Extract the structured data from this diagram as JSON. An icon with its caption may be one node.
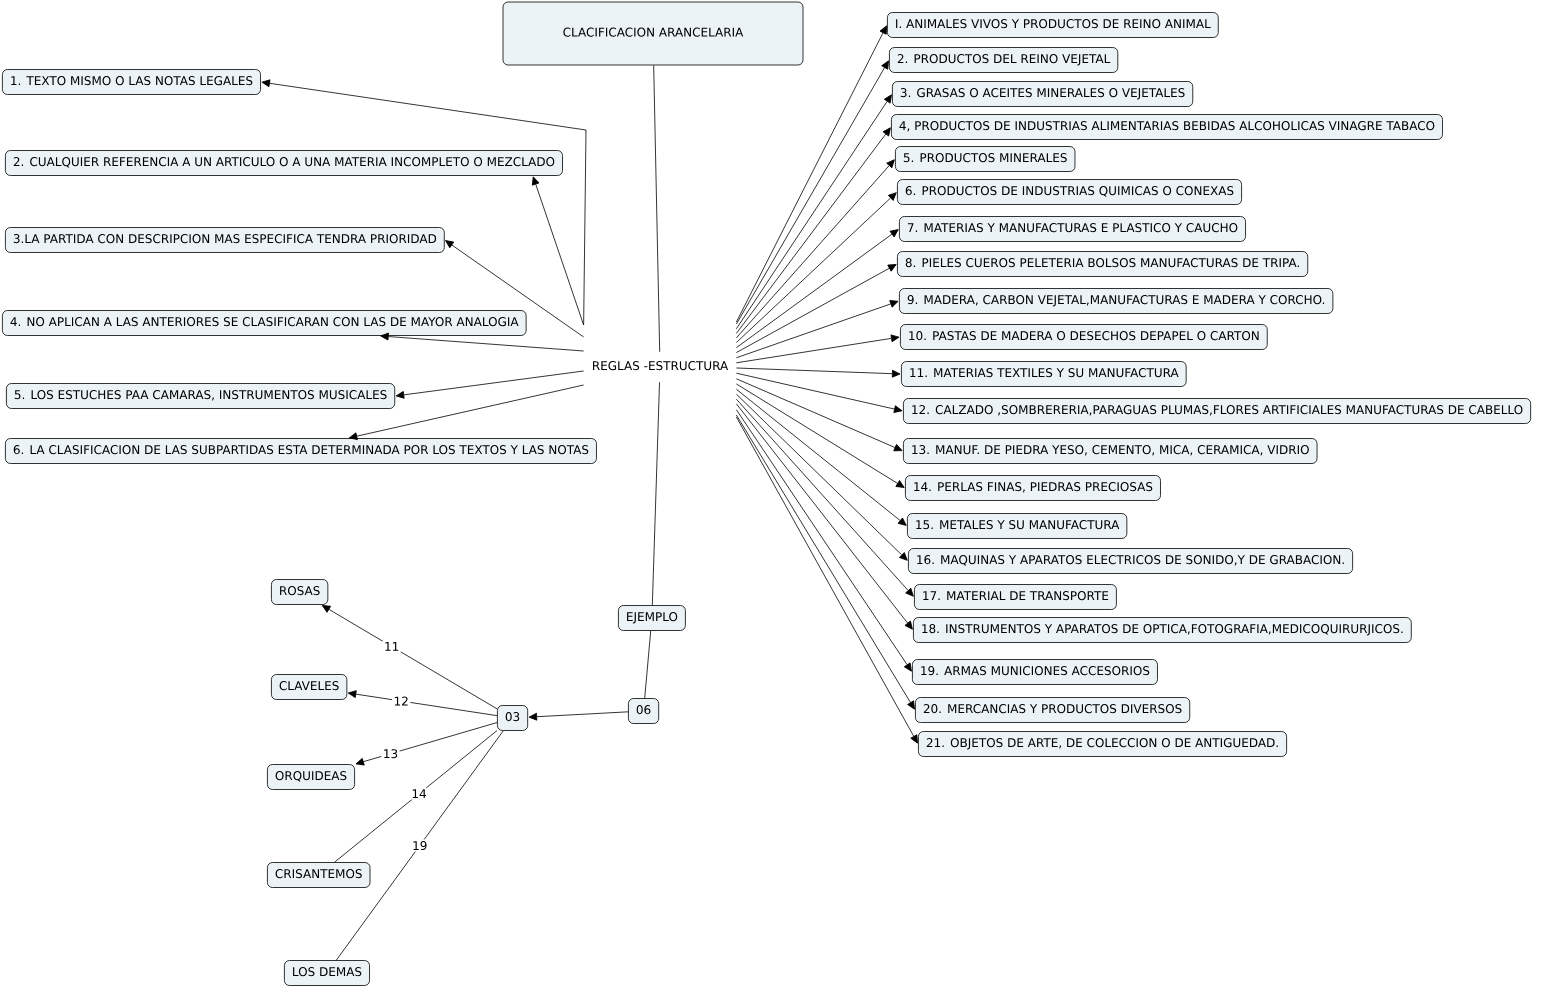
{
  "diagram": {
    "nodes": [
      {
        "text": [
          "CLACIFICACION ARANCELARIA"
        ]
      },
      {
        "text": [
          "REGLAS -ESTRUCTURA"
        ]
      },
      {
        "text": [
          "1. TEXTO MISMO O LAS NOTAS LEGALES"
        ]
      },
      {
        "text": [
          "2. CUALQUIER REFERENCIA A UN ARTICULO O A UNA MATERIA INCOMPLETO O MEZCLADO"
        ]
      },
      {
        "text": [
          "3.LA PARTIDA CON DESCRIPCION MAS ESPECIFICA TENDRA PRIORIDAD"
        ]
      },
      {
        "text": [
          "4. NO APLICAN A LAS ANTERIORES SE CLASIFICARAN CON LAS DE MAYOR ANALOGIA"
        ]
      },
      {
        "text": [
          "5. LOS ESTUCHES PAA CAMARAS, INSTRUMENTOS MUSICALES"
        ]
      },
      {
        "text": [
          "6. LA CLASIFICACION DE LAS SUBPARTIDAS ESTA DETERMINADA POR LOS TEXTOS Y LAS NOTAS"
        ]
      },
      {
        "text": [
          "I. ANIMALES VIVOS Y PRODUCTOS DE REINO ANIMAL"
        ]
      },
      {
        "text": [
          "2. PRODUCTOS DEL REINO VEJETAL"
        ]
      },
      {
        "text": [
          "3. GRASAS O ACEITES MINERALES O VEJETALES"
        ]
      },
      {
        "text": [
          "4, PRODUCTOS DE INDUSTRIAS ALIMENTARIAS BEBIDAS ALCOHOLICAS VINAGRE TABACO"
        ]
      },
      {
        "text": [
          "5. PRODUCTOS MINERALES"
        ]
      },
      {
        "text": [
          "6. PRODUCTOS DE INDUSTRIAS QUIMICAS O CONEXAS"
        ]
      },
      {
        "text": [
          "7. MATERIAS Y MANUFACTURAS E PLASTICO Y CAUCHO"
        ]
      },
      {
        "text": [
          "8. PIELES CUEROS PELETERIA BOLSOS MANUFACTURAS DE TRIPA."
        ]
      },
      {
        "text": [
          "9. MADERA, CARBON VEJETAL,MANUFACTURAS E MADERA Y CORCHO."
        ]
      },
      {
        "text": [
          "10. PASTAS DE MADERA O DESECHOS DEPAPEL O CARTON"
        ]
      },
      {
        "text": [
          "11. MATERIAS TEXTILES Y SU MANUFACTURA"
        ]
      },
      {
        "text": [
          "12. CALZADO ,SOMBRERERIA,PARAGUAS PLUMAS,FLORES ARTIFICIALES MANUFACTURAS DE CABELLO"
        ]
      },
      {
        "text": [
          "13. MANUF. DE PIEDRA YESO, CEMENTO, MICA, CERAMICA, VIDRIO"
        ]
      },
      {
        "text": [
          "14. PERLAS FINAS, PIEDRAS PRECIOSAS"
        ]
      },
      {
        "text": [
          "15. METALES Y SU MANUFACTURA"
        ]
      },
      {
        "text": [
          "16. MAQUINAS Y APARATOS ELECTRICOS DE SONIDO,Y DE GRABACION."
        ]
      },
      {
        "text": [
          "17. MATERIAL DE TRANSPORTE"
        ]
      },
      {
        "text": [
          "18. INSTRUMENTOS Y APARATOS DE OPTICA,FOTOGRAFIA,MEDICOQUIRURJICOS."
        ]
      },
      {
        "text": [
          "19. ARMAS MUNICIONES ACCESORIOS"
        ]
      },
      {
        "text": [
          "20. MERCANCIAS Y PRODUCTOS DIVERSOS"
        ]
      },
      {
        "text": [
          "21. OBJETOS DE ARTE, DE COLECCION O DE ANTIGUEDAD."
        ]
      },
      {
        "text": [
          "EJEMPLO"
        ]
      },
      {
        "text": [
          "06"
        ]
      },
      {
        "text": [
          "03"
        ]
      },
      {
        "text": [
          "ROSAS"
        ]
      },
      {
        "text": [
          "CLAVELES"
        ]
      },
      {
        "text": [
          "ORQUIDEAS"
        ]
      },
      {
        "text": [
          "CRISANTEMOS"
        ]
      },
      {
        "text": [
          "LOS DEMAS"
        ]
      }
    ],
    "edges": [
      {
        "from": 0,
        "to": 1,
        "arrow": "none"
      },
      {
        "from": 1,
        "to": 2,
        "arrow": "to"
      },
      {
        "from": 1,
        "to": 3,
        "arrow": "to"
      },
      {
        "from": 1,
        "to": 4,
        "arrow": "to"
      },
      {
        "from": 1,
        "to": 5,
        "arrow": "to"
      },
      {
        "from": 1,
        "to": 6,
        "arrow": "to"
      },
      {
        "from": 1,
        "to": 7,
        "arrow": "to"
      },
      {
        "from": 1,
        "to": 8,
        "arrow": "to"
      },
      {
        "from": 1,
        "to": 9,
        "arrow": "to"
      },
      {
        "from": 1,
        "to": 10,
        "arrow": "to"
      },
      {
        "from": 1,
        "to": 11,
        "arrow": "to"
      },
      {
        "from": 1,
        "to": 12,
        "arrow": "to"
      },
      {
        "from": 1,
        "to": 13,
        "arrow": "to"
      },
      {
        "from": 1,
        "to": 14,
        "arrow": "to"
      },
      {
        "from": 1,
        "to": 15,
        "arrow": "to"
      },
      {
        "from": 1,
        "to": 16,
        "arrow": "to"
      },
      {
        "from": 1,
        "to": 17,
        "arrow": "to"
      },
      {
        "from": 1,
        "to": 18,
        "arrow": "to"
      },
      {
        "from": 1,
        "to": 19,
        "arrow": "to"
      },
      {
        "from": 1,
        "to": 20,
        "arrow": "to"
      },
      {
        "from": 1,
        "to": 21,
        "arrow": "to"
      },
      {
        "from": 1,
        "to": 22,
        "arrow": "to"
      },
      {
        "from": 1,
        "to": 23,
        "arrow": "to"
      },
      {
        "from": 1,
        "to": 24,
        "arrow": "to"
      },
      {
        "from": 1,
        "to": 25,
        "arrow": "to"
      },
      {
        "from": 1,
        "to": 26,
        "arrow": "to"
      },
      {
        "from": 1,
        "to": 27,
        "arrow": "to"
      },
      {
        "from": 1,
        "to": 28,
        "arrow": "to"
      },
      {
        "from": 1,
        "to": 29,
        "arrow": "none"
      },
      {
        "from": 29,
        "to": 30,
        "arrow": "none"
      },
      {
        "from": 30,
        "to": 31,
        "arrow": "to"
      },
      {
        "from": 31,
        "to": 32,
        "arrow": "to",
        "label": "11"
      },
      {
        "from": 31,
        "to": 33,
        "arrow": "to",
        "label": "12"
      },
      {
        "from": 31,
        "to": 34,
        "arrow": "to",
        "label": "13"
      },
      {
        "from": 31,
        "to": 35,
        "arrow": "none",
        "label": "14"
      },
      {
        "from": 31,
        "to": 36,
        "arrow": "none",
        "label": "19"
      }
    ]
  }
}
